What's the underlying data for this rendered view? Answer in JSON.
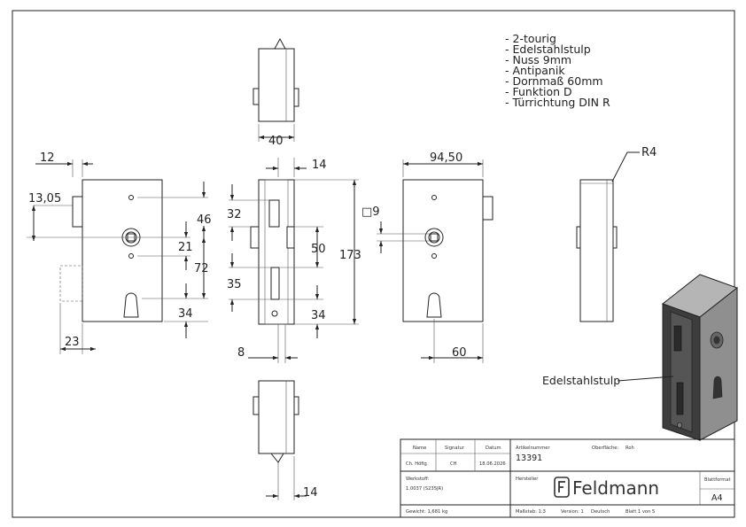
{
  "notes": [
    "- 2-tourig",
    "- Edelstahlstulp",
    "- Nuss 9mm",
    "- Antipanik",
    "- Dornmaß 60mm",
    "- Funktion D",
    "- Türrichtung DIN R"
  ],
  "dimensions": {
    "top_width": "40",
    "front_12": "12",
    "front_1305": "13,05",
    "front_46": "46",
    "front_21": "21",
    "front_72": "72",
    "front_34": "34",
    "front_23": "23",
    "side_14_top": "14",
    "side_32": "32",
    "side_50": "50",
    "side_35": "35",
    "side_34": "34",
    "side_173": "173",
    "side_8": "8",
    "rear_9450": "94,50",
    "rear_nut": "□9",
    "rear_60": "60",
    "edge_r4": "R4",
    "bottom_14": "14"
  },
  "callout_label": "Edelstahlstulp",
  "title_block": {
    "h_name": "Name",
    "h_signatur": "Signatur",
    "h_datum": "Datum",
    "v_name": "Ch. Höfig",
    "v_signatur": "CH",
    "v_datum": "18.06.2026",
    "l_artikel": "Artikelnummer",
    "v_artikel": "13391",
    "l_oberflaeche": "Oberfläche:",
    "v_oberflaeche": "Roh",
    "l_werkstoff": "Werkstoff:",
    "v_werkstoff": "1.0037 (S235JR)",
    "l_hersteller": "Hersteller",
    "brand": "Feldmann",
    "l_blattformat": "Blattformat",
    "v_blattformat": "A4",
    "gewicht": "Gewicht: 1,681 kg",
    "massstab": "Maßstab: 1:3",
    "version": "Version: 1",
    "sprache": "Deutsch",
    "blatt": "Blatt 1 von 5"
  }
}
